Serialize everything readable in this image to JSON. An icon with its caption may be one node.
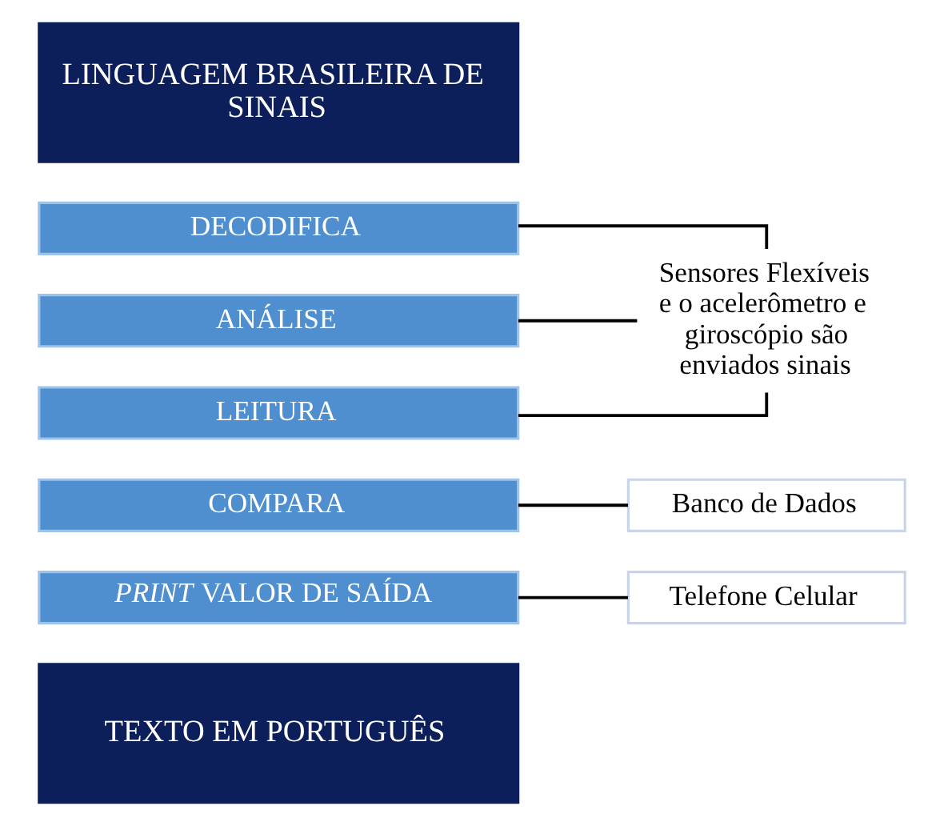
{
  "diagram": {
    "nodes": [
      {
        "text": [
          "LINGUAGEM BRASILEIRA DE SINAIS"
        ]
      },
      {
        "text": [
          "LEITURA"
        ]
      },
      {
        "text": [
          "ANÁLISE"
        ]
      },
      {
        "text": [
          "DECODIFICA"
        ]
      },
      {
        "text": [
          "Sensores Flexíveis e o acelerômetro e giroscópio são enviados sinais"
        ]
      },
      {
        "text": [
          "COMPARA"
        ]
      },
      {
        "text": [
          "Banco de Dados"
        ]
      },
      {
        "text": [
          "*PRINT* VALOR DE SAÍDA"
        ]
      },
      {
        "text": [
          "Telefone Celular"
        ]
      },
      {
        "text": [
          "TEXTO EM PORTUGUÊS"
        ]
      }
    ],
    "edges": [
      {
        "from": 1,
        "to": 4,
        "arrow": "none"
      },
      {
        "from": 2,
        "to": 4,
        "arrow": "none"
      },
      {
        "from": 3,
        "to": 4,
        "arrow": "none"
      },
      {
        "from": 5,
        "to": 6,
        "arrow": "none"
      },
      {
        "from": 7,
        "to": 8,
        "arrow": "none"
      }
    ]
  }
}
